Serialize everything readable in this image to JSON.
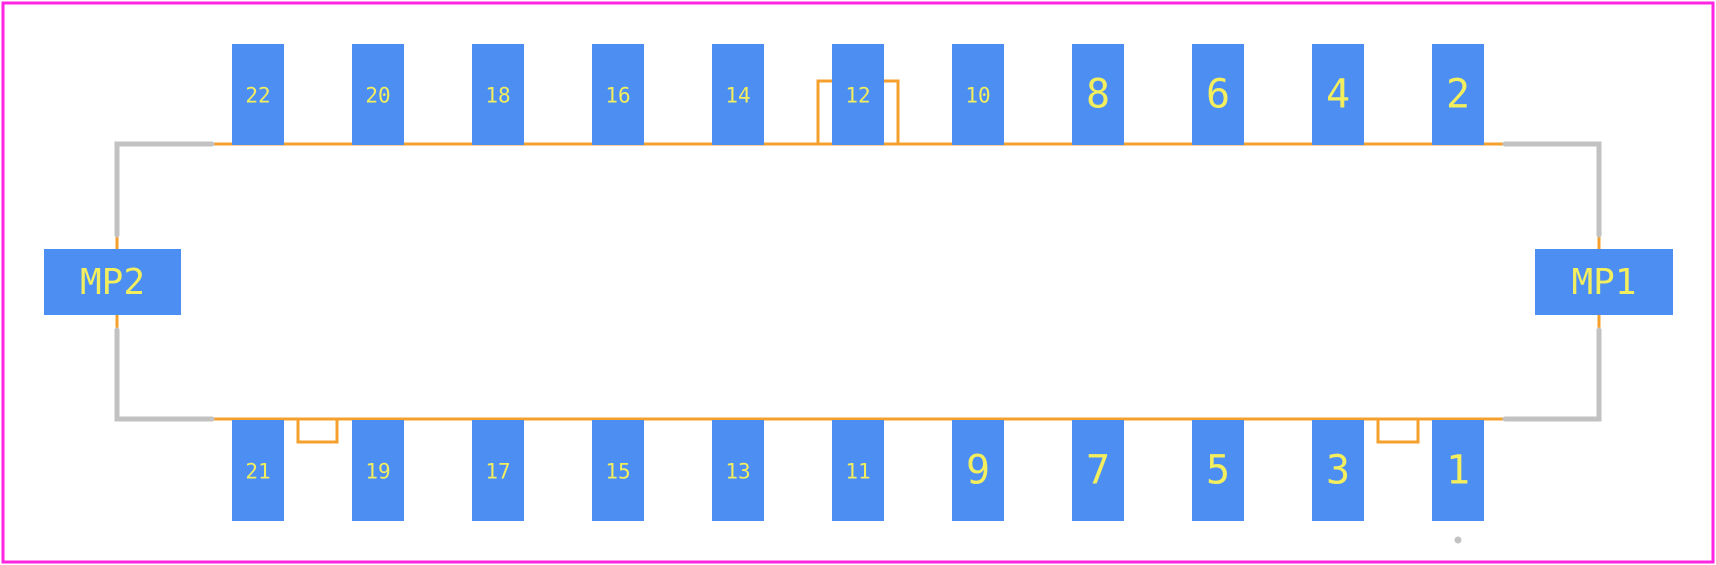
{
  "colors": {
    "frame": "#ff26e2",
    "pad": "#4d8ef2",
    "pad_label": "#f2ee5d",
    "outline": "#c2c2c2",
    "silk": "#f5a02c",
    "background": "#ffffff"
  },
  "pads": {
    "top_row": [
      "22",
      "20",
      "18",
      "16",
      "14",
      "12",
      "10",
      "8",
      "6",
      "4",
      "2"
    ],
    "bottom_row": [
      "21",
      "19",
      "17",
      "15",
      "13",
      "11",
      "9",
      "7",
      "5",
      "3",
      "1"
    ],
    "mounting": {
      "left": "MP2",
      "right": "MP1"
    }
  }
}
